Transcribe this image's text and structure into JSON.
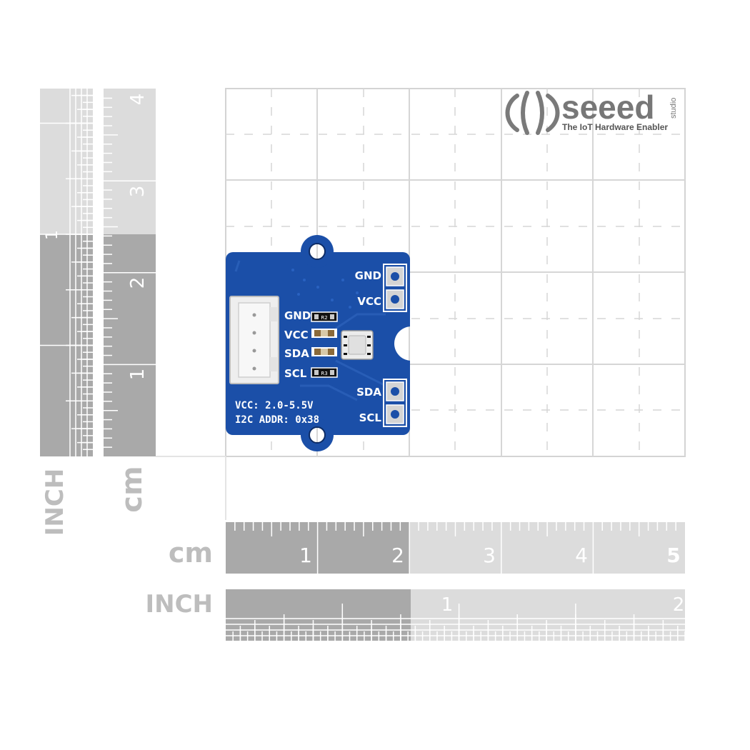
{
  "logo": {
    "brand": "seeed",
    "sub": "studio",
    "tagline": "The IoT Hardware Enabler",
    "icon": "seeed-leaf-icon"
  },
  "rulers": {
    "vertical": {
      "unit_inch": "INCH",
      "unit_cm": "cm",
      "inch_numbers": [
        "1"
      ],
      "cm_numbers": [
        "1",
        "2",
        "3",
        "4"
      ]
    },
    "horizontal": {
      "unit_cm": "cm",
      "unit_inch": "INCH",
      "cm_numbers": [
        "1",
        "2",
        "3",
        "4",
        "5"
      ],
      "inch_numbers": [
        "1",
        "2"
      ]
    }
  },
  "board": {
    "connector_labels": [
      "GND",
      "VCC",
      "SDA",
      "SCL"
    ],
    "right_pins_top": [
      "GND",
      "VCC"
    ],
    "right_pins_bottom": [
      "SDA",
      "SCL"
    ],
    "spec_line1": "VCC: 2.0-5.5V",
    "spec_line2": "I2C ADDR: 0x38",
    "component_marks": [
      "R2",
      "",
      "",
      "R3"
    ]
  },
  "colors": {
    "pcb": "#1b4fa8",
    "grid": "#d6d6d6",
    "ruler_dark": "#a8a8a8",
    "ruler_light": "#dcdcdc",
    "label_gray": "#bdbdbd"
  }
}
